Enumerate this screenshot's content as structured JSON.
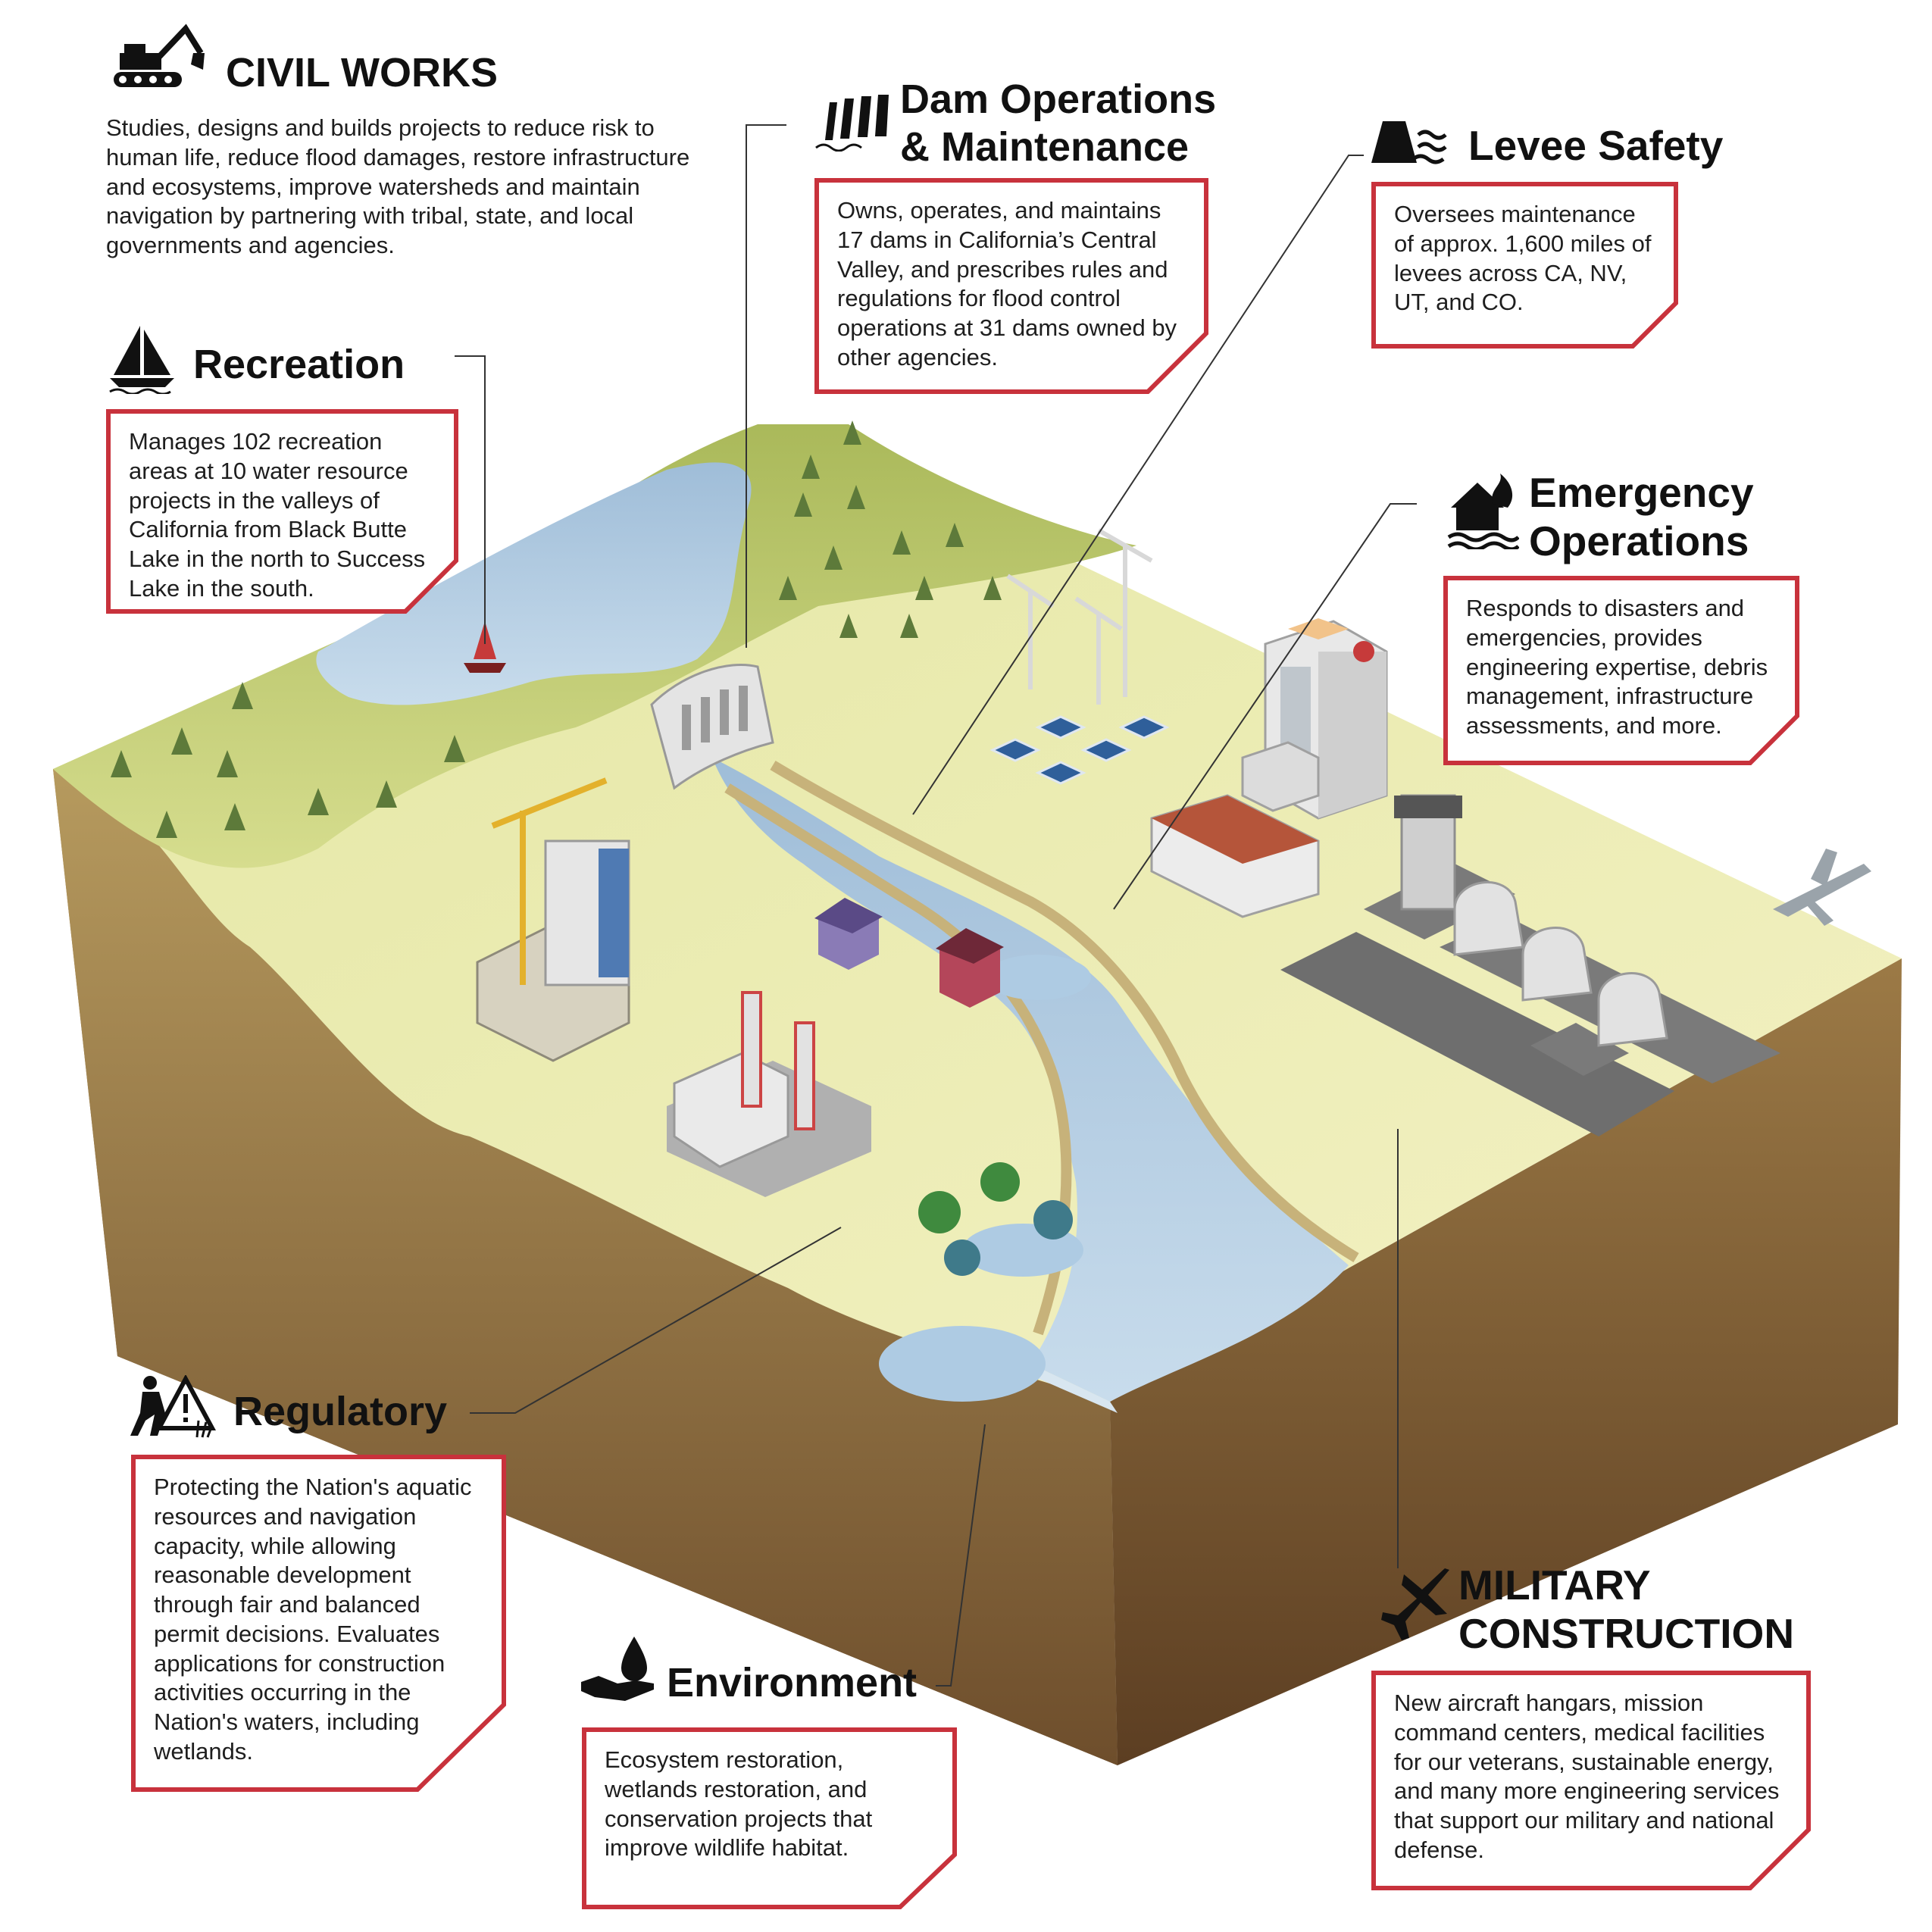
{
  "civil_works": {
    "title": "CIVIL WORKS",
    "description": "Studies, designs and builds projects to reduce risk to human life, reduce flood damages, restore infrastructure and ecosystems, improve watersheds and maintain navigation by partnering with tribal, state, and local governments and agencies."
  },
  "recreation": {
    "title": "Recreation",
    "description": "Manages 102 recreation areas at 10 water resource projects in the valleys of California from Black Butte Lake in the north to Success Lake in the south."
  },
  "dam_operations": {
    "title_line1": "Dam Operations",
    "title_line2": "& Maintenance",
    "description": "Owns, operates, and maintains 17 dams in California’s Central Valley, and prescribes rules and regulations for flood control operations at 31 dams owned by other agencies."
  },
  "levee_safety": {
    "title": "Levee Safety",
    "description": "Oversees maintenance of approx. 1,600 miles of levees across CA, NV, UT, and CO."
  },
  "emergency_operations": {
    "title_line1": "Emergency",
    "title_line2": "Operations",
    "description": "Responds to disasters and emergencies, provides engineering expertise, debris management, infrastructure assessments, and more."
  },
  "regulatory": {
    "title": "Regulatory",
    "description": "Protecting the Nation's aquatic resources and navigation capacity, while allowing reasonable development through fair and balanced permit decisions. Evaluates applications for construction activities occurring in the Nation's waters, including wetlands."
  },
  "environment": {
    "title": "Environment",
    "description": "Ecosystem restoration, wetlands restoration, and conservation projects that improve wildlife habitat."
  },
  "military_construction": {
    "title_line1": "MILITARY",
    "title_line2": "CONSTRUCTION",
    "description": "New aircraft hangars, mission command centers, medical facilities for our veterans, sustainable energy, and many more engineering services that support our military and national defense."
  },
  "colors": {
    "callout_border": "#c8323c",
    "grass": "#e6e89e",
    "hill": "#b9c96a",
    "water": "#aecbe3",
    "soil": "#8a6a40"
  }
}
